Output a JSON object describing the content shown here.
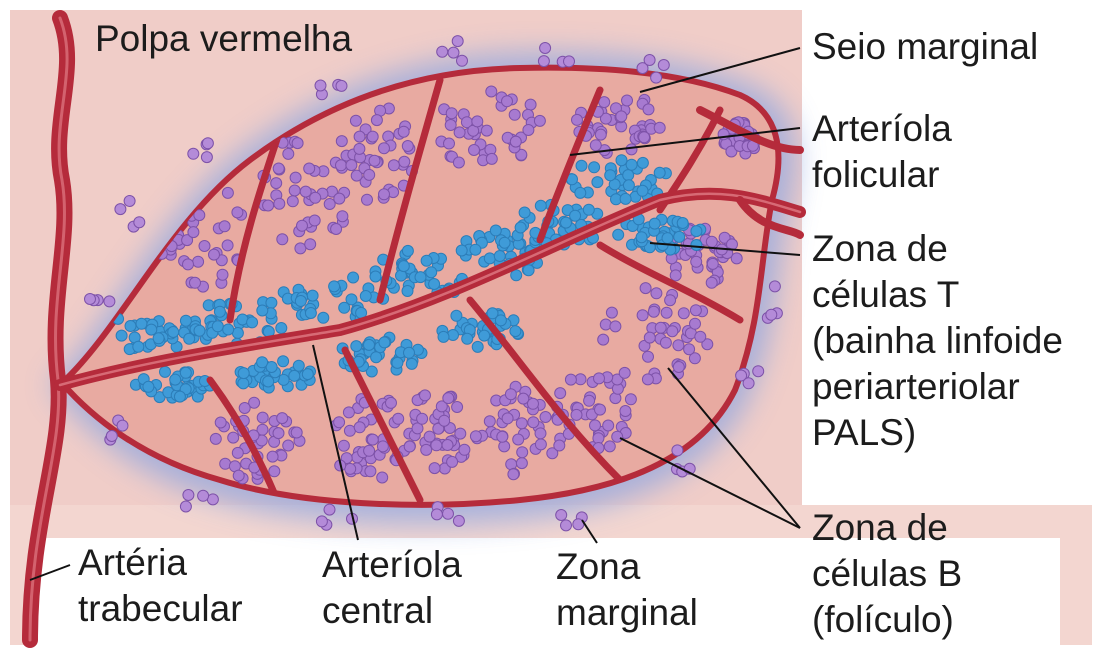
{
  "labels": {
    "polpa_vermelha": "Polpa vermelha",
    "seio_marginal": "Seio marginal",
    "arteriola_folicular": [
      "Arteríola",
      "folicular"
    ],
    "zona_celulas_t": [
      "Zona de",
      "células T",
      "(bainha linfoide",
      "periarteriolar",
      "PALS)"
    ],
    "zona_celulas_b": [
      "Zona de",
      "células B",
      "(folículo)"
    ],
    "arteria_trabecular": [
      "Artéria",
      "trabecular"
    ],
    "arteriola_central": [
      "Arteríola",
      "central"
    ],
    "zona_marginal": [
      "Zona",
      "marginal"
    ]
  },
  "colors": {
    "background": "#ffffff",
    "red_pulp": "#f0cdc8",
    "follicle_fill": "#e8aaa1",
    "marginal_glow": "#8fa6e0",
    "vessel": "#b52b3b",
    "vessel_light": "#e07b85",
    "b_cell": "#a77ad0",
    "t_cell": "#3f9bd8",
    "leader_line": "#111111",
    "text": "#1c1c1c"
  }
}
